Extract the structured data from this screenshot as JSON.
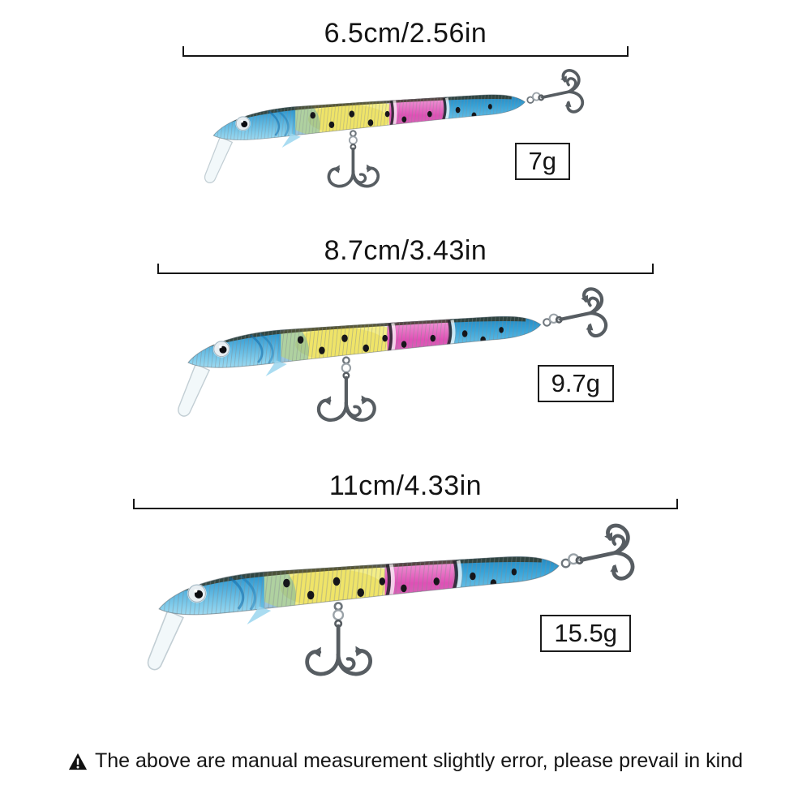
{
  "lures": [
    {
      "size": "6.5cm/2.56in",
      "weight": "7g"
    },
    {
      "size": "8.7cm/3.43in",
      "weight": "9.7g"
    },
    {
      "size": "11cm/4.33in",
      "weight": "15.5g"
    }
  ],
  "disclaimer": {
    "icon": "warning-triangle-icon",
    "text": "The above are manual measurement slightly error, please prevail in kind"
  },
  "colors": {
    "background": "#ffffff",
    "text": "#141414",
    "dimension_line": "#151515",
    "lure_head_blue": "#2f9ad2",
    "lure_body_yellow": "#f2ea7c",
    "lure_mid_pink": "#e04fb6",
    "lure_tail_blue": "#35a2d8",
    "hook_gray": "#575d62"
  },
  "icons": {
    "warning": "warning-triangle-icon"
  }
}
